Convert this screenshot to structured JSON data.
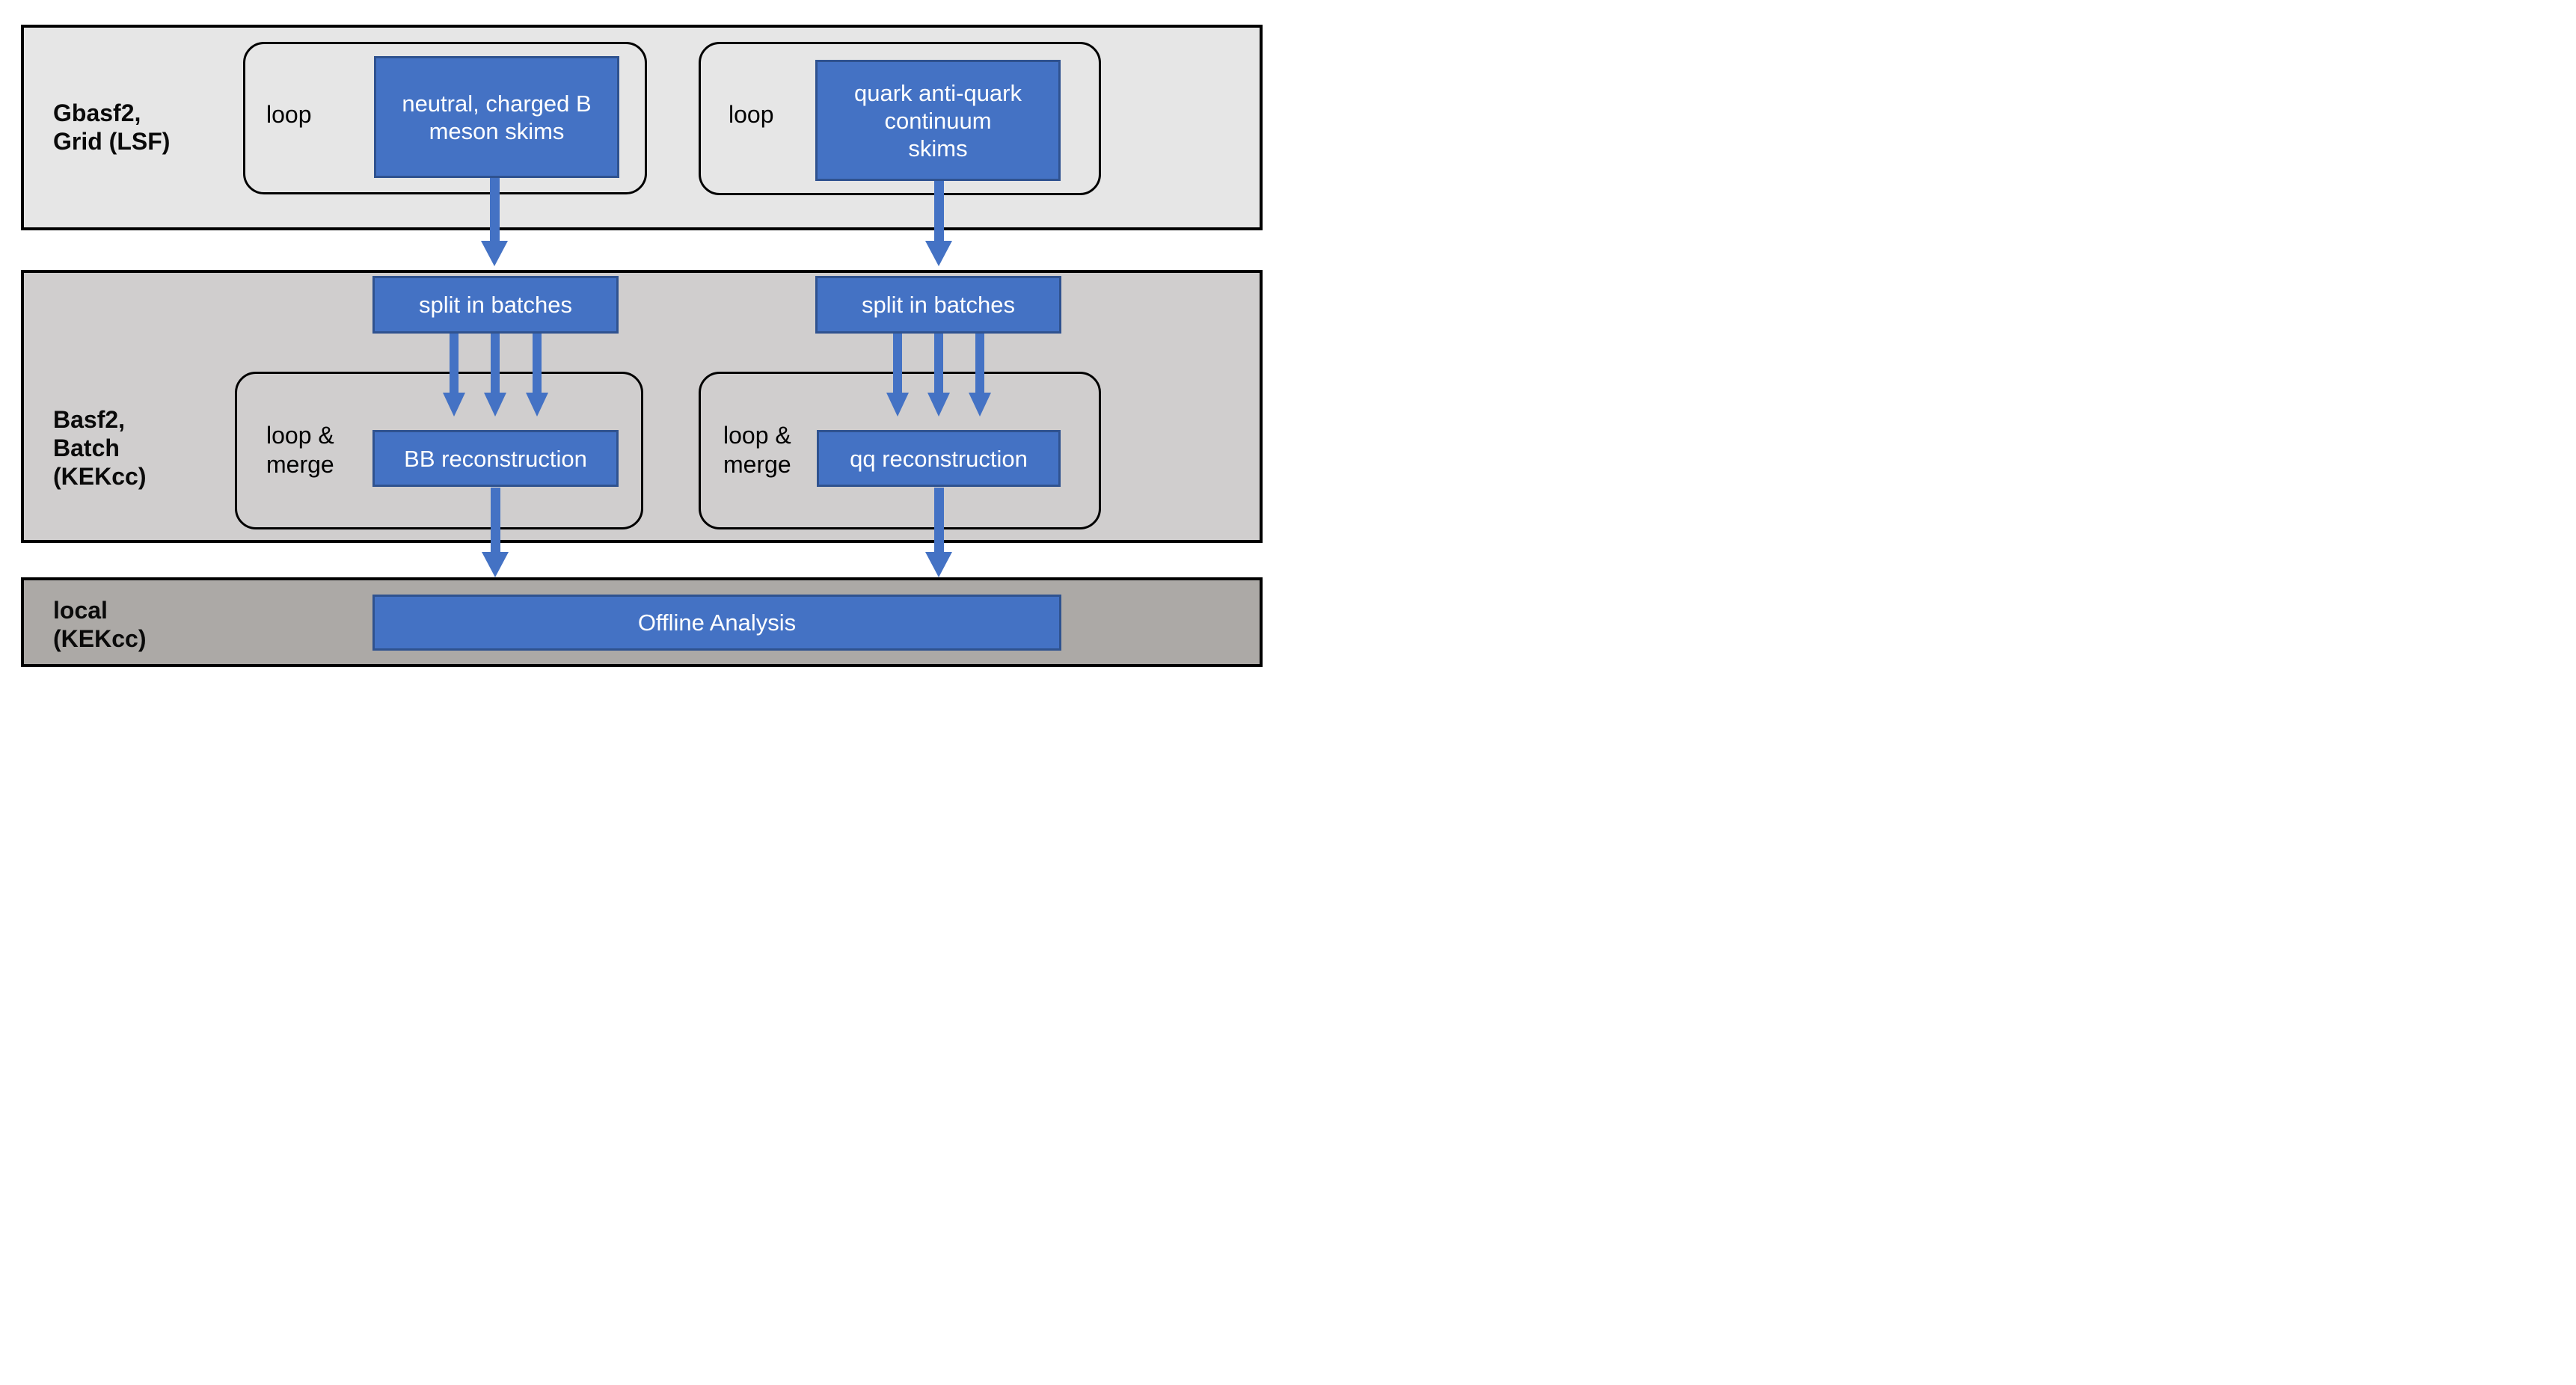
{
  "colors": {
    "accent_blue": "#4472C4",
    "accent_blue_border": "#2F528F",
    "band_grid_bg": "#E6E6E6",
    "band_batch_bg": "#D0CECE",
    "band_local_bg": "#ACA9A6",
    "outline_black": "#000000",
    "box_text": "#FFFFFF",
    "label_text": "#0A0A0A"
  },
  "icons": {
    "flow_arrow": "down-arrow-triangle"
  },
  "bands": {
    "grid": {
      "label_line1": "Gbasf2,",
      "label_line2": "Grid (LSF)",
      "left": {
        "loop_label": "loop",
        "box_line1": "neutral, charged B",
        "box_line2": "meson skims"
      },
      "right": {
        "loop_label": "loop",
        "box_line1": "quark anti-quark",
        "box_line2": "continuum",
        "box_line3": "skims"
      }
    },
    "batch": {
      "label_line1": "Basf2,",
      "label_line2": "Batch",
      "label_line3": "(KEKcc)",
      "left": {
        "split_label": "split in batches",
        "loop_line1": "loop &",
        "loop_line2": "merge",
        "recon_label": "BB reconstruction"
      },
      "right": {
        "split_label": "split in batches",
        "loop_line1": "loop &",
        "loop_line2": "merge",
        "recon_label": "qq reconstruction"
      }
    },
    "local": {
      "label_line1": "local",
      "label_line2": "(KEKcc)",
      "box_label": "Offline Analysis"
    }
  }
}
